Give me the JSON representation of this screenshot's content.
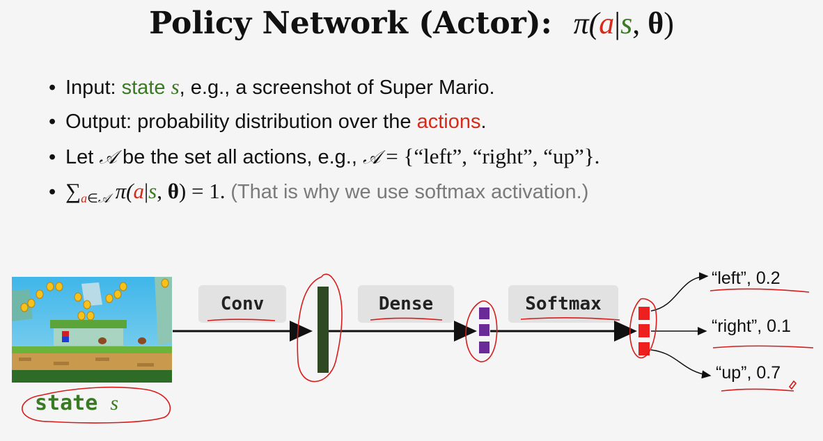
{
  "title": {
    "text": "Policy Network (Actor):",
    "formula": {
      "pi": "π(",
      "a": "a",
      "bar": "|",
      "s": "s",
      "comma": ", ",
      "theta": "θ",
      "close": ")"
    }
  },
  "bullets": [
    {
      "dot": "•",
      "prefix": "Input: ",
      "highlight": "state ",
      "var": "s",
      "rest": ", e.g., a screenshot of Super Mario."
    },
    {
      "dot": "•",
      "prefix": "Output: probability distribution over the ",
      "highlight": "actions",
      "rest": "."
    },
    {
      "dot": "•",
      "prefix": "Let ",
      "setA": "𝒜",
      "mid": " be the set all actions, e.g., ",
      "setA2": "𝒜",
      "eq": " = {“left”, “right”, “up”}."
    },
    {
      "dot": "•",
      "sum": "∑",
      "sub_a": "a",
      "sub_in": "∈",
      "sub_A": "𝒜",
      "pi": " π(",
      "a": "a",
      "bar": "|",
      "s": "s",
      "comma": ", ",
      "theta": "θ",
      "close": ") = 1. ",
      "note": "(That is why we use softmax activation.)"
    }
  ],
  "diagram": {
    "layers": [
      {
        "label": "Conv"
      },
      {
        "label": "Dense"
      },
      {
        "label": "Softmax"
      }
    ],
    "state_label": {
      "word": "state ",
      "var": "s"
    },
    "outputs": [
      {
        "text": "“left”, 0.2",
        "action": "left",
        "prob": 0.2
      },
      {
        "text": "“right”, 0.1",
        "action": "right",
        "prob": 0.1
      },
      {
        "text": "“up”, 0.7",
        "action": "up",
        "prob": 0.7
      }
    ],
    "colors": {
      "conv_bar": "#2f4a22",
      "dense_units": "#6a2a98",
      "softmax_units": "#ee1f1f",
      "annotation": "#d81b1b",
      "state_green": "#3a7a24"
    }
  }
}
